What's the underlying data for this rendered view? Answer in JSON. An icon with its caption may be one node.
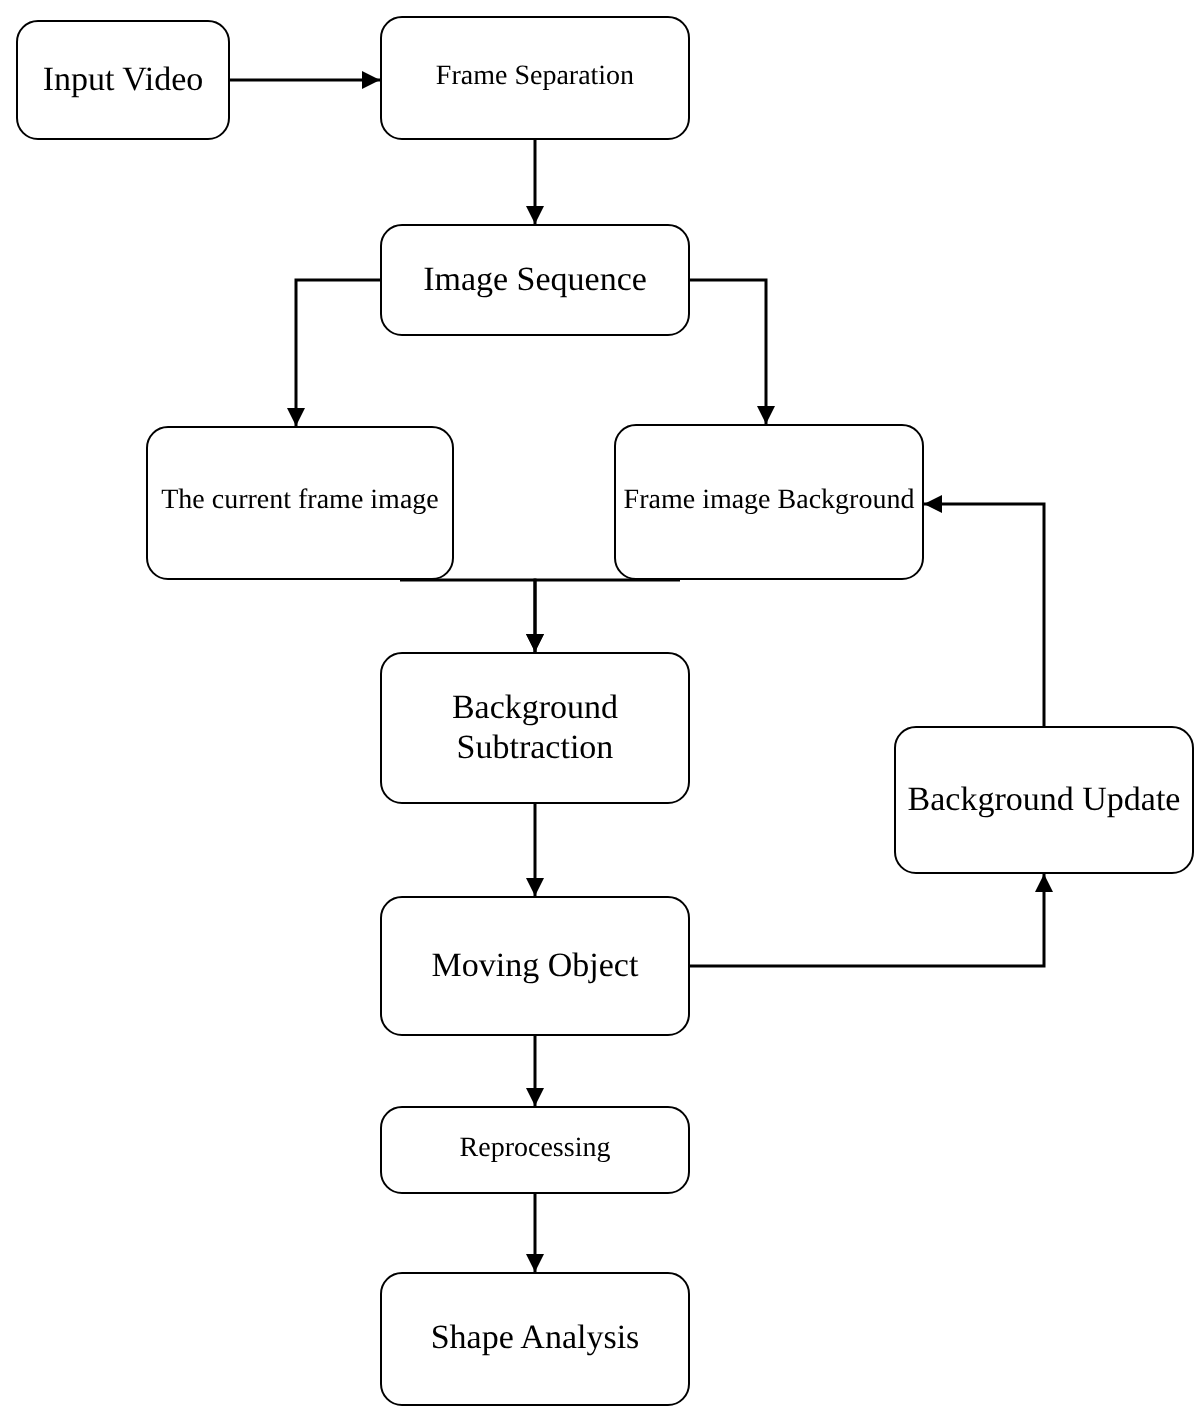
{
  "diagram": {
    "nodes": [
      {
        "text": [
          "Input Video"
        ]
      },
      {
        "text": [
          "Frame Separation"
        ]
      },
      {
        "text": [
          "Image Sequence"
        ]
      },
      {
        "text": [
          "The current frame image"
        ]
      },
      {
        "text": [
          "Frame image Background"
        ]
      },
      {
        "text": [
          "Background Subtraction"
        ]
      },
      {
        "text": [
          "Background Update"
        ]
      },
      {
        "text": [
          "Moving Object"
        ]
      },
      {
        "text": [
          "Reprocessing"
        ]
      },
      {
        "text": [
          "Shape Analysis"
        ]
      }
    ],
    "edges": [
      {
        "from": 0,
        "to": 1,
        "arrow": "to"
      },
      {
        "from": 1,
        "to": 2,
        "arrow": "to"
      },
      {
        "from": 2,
        "to": 3,
        "arrow": "to"
      },
      {
        "from": 2,
        "to": 4,
        "arrow": "to"
      },
      {
        "from": 3,
        "to": 5,
        "arrow": "to"
      },
      {
        "from": 4,
        "to": 5,
        "arrow": "to"
      },
      {
        "from": 5,
        "to": 7,
        "arrow": "to"
      },
      {
        "from": 7,
        "to": 6,
        "arrow": "to"
      },
      {
        "from": 6,
        "to": 4,
        "arrow": "to"
      },
      {
        "from": 7,
        "to": 8,
        "arrow": "to"
      },
      {
        "from": 8,
        "to": 9,
        "arrow": "to"
      }
    ]
  }
}
